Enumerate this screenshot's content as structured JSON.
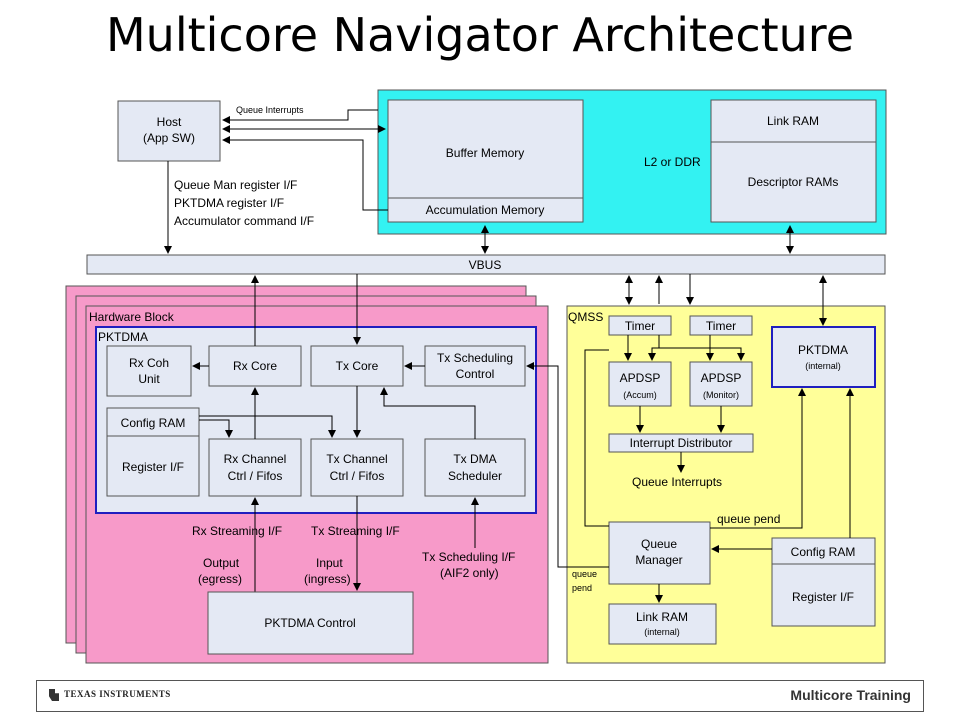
{
  "title": "Multicore Navigator Architecture",
  "host": {
    "line1": "Host",
    "line2": "(App SW)"
  },
  "labels": {
    "queue_interrupts_top": "Queue  Interrupts",
    "host_if1": "Queue Man register I/F",
    "host_if2": "PKTDMA register I/F",
    "host_if3": "Accumulator command I/F",
    "vbus": "VBUS",
    "rx_streaming": "Rx Streaming I/F",
    "tx_streaming": "Tx Streaming I/F",
    "output1": "Output",
    "output2": "(egress)",
    "input1": "Input",
    "input2": "(ingress)",
    "tx_sched_if1": "Tx Scheduling I/F",
    "tx_sched_if2": "(AIF2 only)",
    "queue_interrupts_qmss": "Queue Interrupts",
    "queue_pend_right": "queue pend",
    "queue_pend_left1": "queue",
    "queue_pend_left2": "pend"
  },
  "l2": {
    "title": "L2 or DDR",
    "buffer_memory": "Buffer Memory",
    "accumulation_memory": "Accumulation Memory",
    "link_ram": "Link RAM",
    "descriptor_rams": "Descriptor RAMs"
  },
  "hw": {
    "title": "Hardware Block",
    "pktdma": "PKTDMA",
    "rx_coh1": "Rx Coh",
    "rx_coh2": "Unit",
    "rx_core": "Rx Core",
    "tx_core": "Tx Core",
    "tx_sched1": "Tx Scheduling",
    "tx_sched2": "Control",
    "config_ram": "Config RAM",
    "register_if": "Register I/F",
    "rx_ch1": "Rx Channel",
    "rx_ch2": "Ctrl / Fifos",
    "tx_ch1": "Tx Channel",
    "tx_ch2": "Ctrl / Fifos",
    "tx_dma1": "Tx DMA",
    "tx_dma2": "Scheduler",
    "pktdma_control": "PKTDMA Control"
  },
  "qmss": {
    "title": "QMSS",
    "timer1": "Timer",
    "timer2": "Timer",
    "apdsp1a": "APDSP",
    "apdsp1b": "(Accum)",
    "apdsp2a": "APDSP",
    "apdsp2b": "(Monitor)",
    "pktdma_int_a": "PKTDMA",
    "pktdma_int_b": "(internal)",
    "interrupt_distributor": "Interrupt Distributor",
    "queue_manager1": "Queue",
    "queue_manager2": "Manager",
    "config_ram": "Config RAM",
    "register_if": "Register I/F",
    "link_ram_a": "Link RAM",
    "link_ram_b": "(internal)"
  },
  "footer": {
    "brand": "Texas Instruments",
    "training": "Multicore Training"
  },
  "colors": {
    "cyan": "#33f2f2",
    "pink": "#f79ac9",
    "yellow": "#ffff99",
    "box": "#e4e9f4",
    "pktdma_border": "#1f1fbf"
  }
}
